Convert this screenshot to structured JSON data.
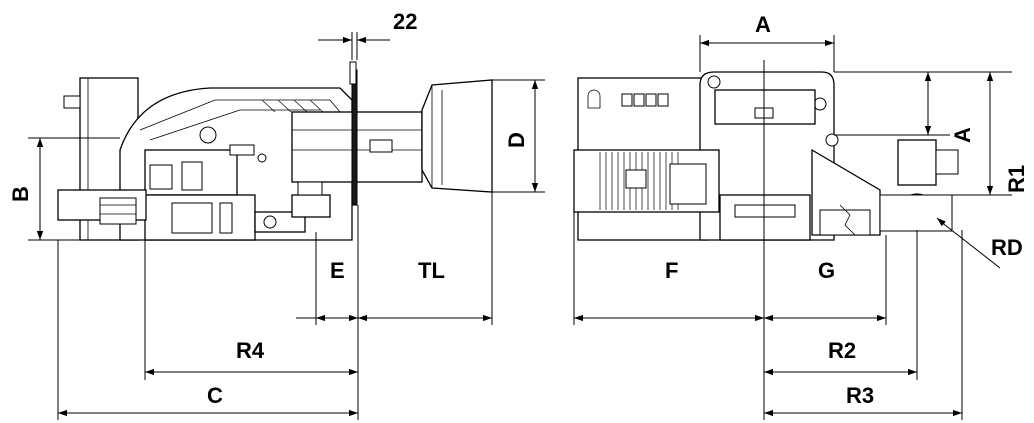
{
  "dimension_labels": {
    "flange_thickness": "22",
    "A_top": "A",
    "A_side": "A",
    "D": "D",
    "B": "B",
    "R1": "R1",
    "RD": "RD",
    "E": "E",
    "TL": "TL",
    "F": "F",
    "G": "G",
    "R4": "R4",
    "R2": "R2",
    "C": "C",
    "R3": "R3"
  }
}
